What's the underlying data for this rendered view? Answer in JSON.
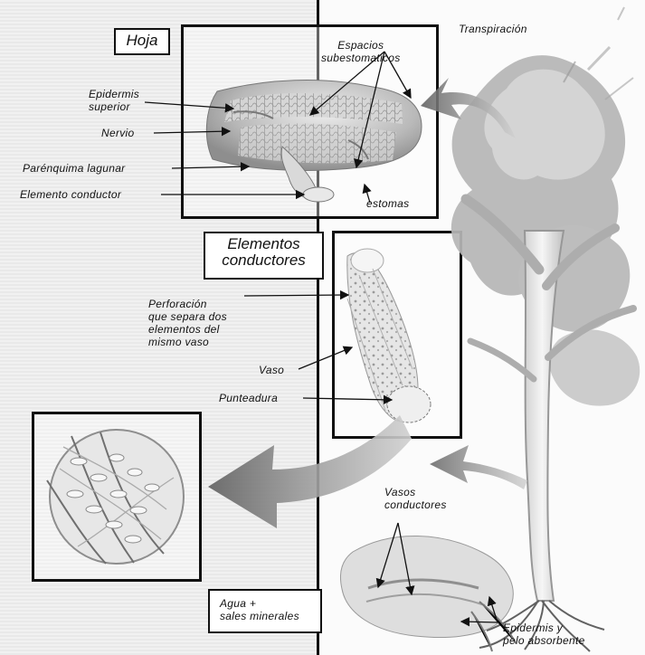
{
  "labels": {
    "hoja": "Hoja",
    "espacios_subestomaticos": "Espacios\nsubestomaticos",
    "transpiracion": "Transpiración",
    "epidermis_superior": "Epidermis\nsuperior",
    "nervio": "Nervio",
    "parenquima_lagunar": "Parénquima lagunar",
    "elemento_conductor": "Elemento conductor",
    "estomas": "estomas",
    "elementos_conductores": "Elementos\nconductores",
    "perforacion": "Perforación\nque separa dos\nelementos del\nmismo vaso",
    "vaso": "Vaso",
    "punteadura": "Punteadura",
    "vasos_conductores": "Vasos\nconductores",
    "agua_sales": "Agua +\nsales minerales",
    "epidermis_pelo": "Epidermis y\npelo absorbente"
  },
  "colors": {
    "ink": "#111111",
    "light_panel": "#ececec",
    "illustration_gray": "#b8b8b8",
    "arrow_gray": "#7f7f7f"
  }
}
